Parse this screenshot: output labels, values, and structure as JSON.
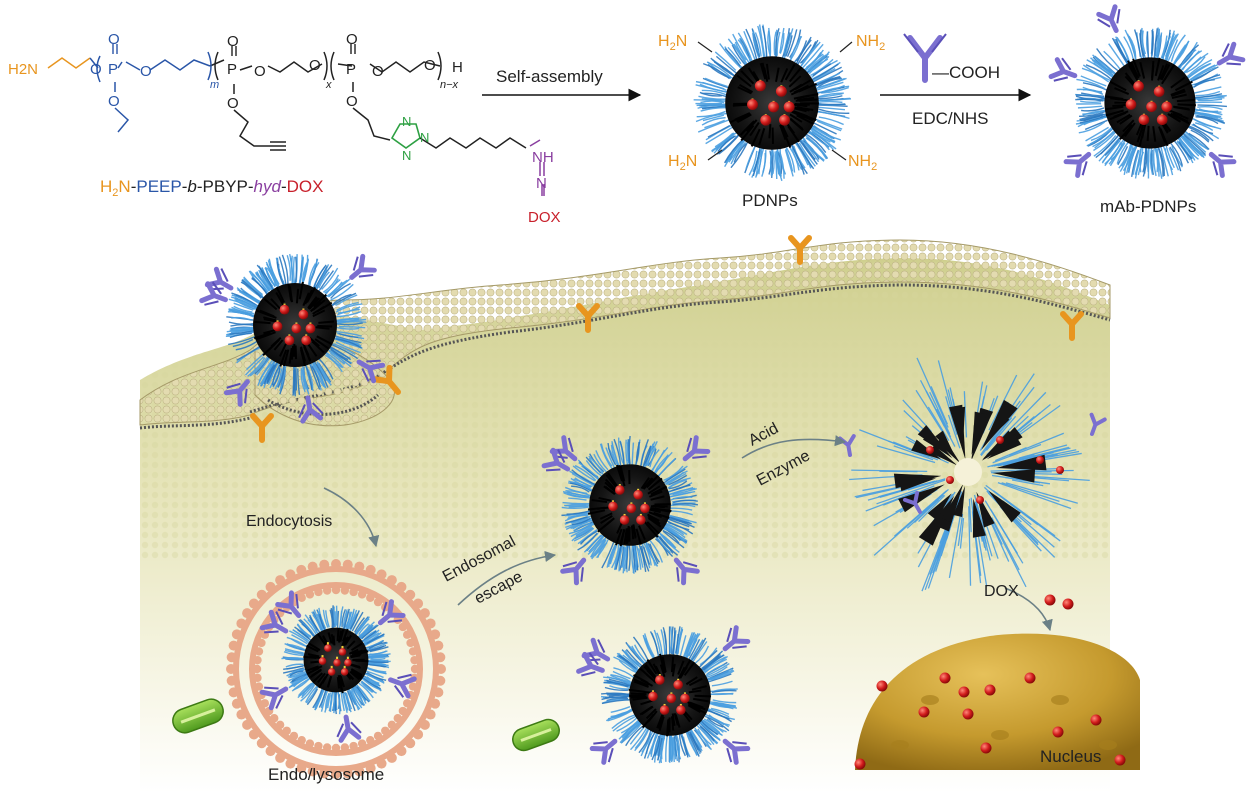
{
  "polymer": {
    "groups": {
      "amine": "H2N",
      "bond_o": "O",
      "bond_p": "P",
      "sub_m": "m",
      "sub_x": "x",
      "sub_nx": "n−x",
      "end_h": "H",
      "triazole_n": "N",
      "hydrazone_nh": "NH",
      "hydrazone_n": "N",
      "dox_short": "DOX"
    },
    "name_parts": [
      "H",
      "2",
      "N",
      "-",
      "PEEP",
      "-",
      "b",
      "-PBYP-",
      "hyd",
      "-",
      "DOX"
    ]
  },
  "steps": {
    "self_assembly": "Self-assembly",
    "antibody_group": "COOH",
    "coupling": "EDC/NHS",
    "acid": "Acid",
    "enzyme": "Enzyme",
    "endocytosis": "Endocytosis",
    "endosomal": "Endosomal",
    "escape": "escape",
    "dox_release": "DOX"
  },
  "labels": {
    "pdnps": "PDNPs",
    "mab_pdnps": "mAb-PDNPs",
    "endolysosome": "Endo/lysosome",
    "nucleus": "Nucleus",
    "surface_nh": "NH",
    "surface_nh_sub": "2",
    "surface_h": "H",
    "surface_n": "N",
    "surface_h_sub": "2"
  },
  "colors": {
    "amine": "#e8951f",
    "peep": "#2a56a8",
    "pbyp": "#222222",
    "hyd": "#8a3fa0",
    "dox": "#c8202b",
    "triazole": "#2ea043",
    "antibody": "#7b6fd0",
    "receptor": "#e8951f",
    "corona": "#4a9fe0",
    "core": "#151515",
    "membrane": "#d8cfa6",
    "cytoplasm": "#d8d6a2",
    "nucleus": "#c9a23a",
    "lysosome": "#e8a98a",
    "mitochondria": "#7cc23a"
  },
  "icons": [
    "antibody-icon",
    "receptor-icon",
    "nanoparticle-icon",
    "nucleus-icon",
    "mitochondria-icon",
    "endolysosome-icon",
    "arrow-icon"
  ]
}
